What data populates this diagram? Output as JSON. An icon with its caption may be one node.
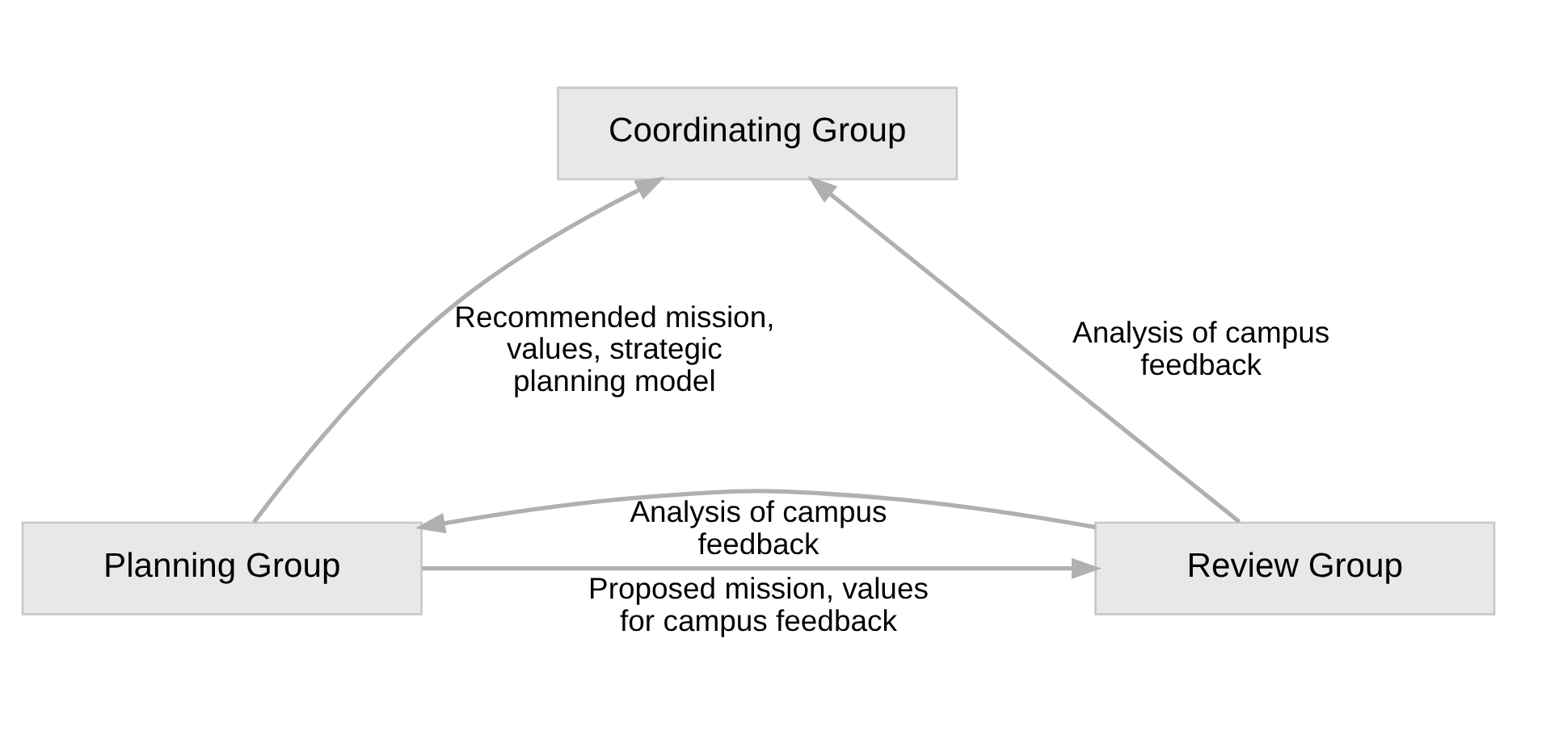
{
  "diagram": {
    "nodes": [
      {
        "text": [
          "Coordinating Group"
        ]
      },
      {
        "text": [
          "Planning Group"
        ]
      },
      {
        "text": [
          "Review Group"
        ]
      }
    ],
    "edges": [
      {
        "from": 1,
        "to": 0,
        "arrow": "to",
        "label": "Recommended mission, values, strategic planning model"
      },
      {
        "from": 2,
        "to": 0,
        "arrow": "to",
        "label": "Analysis of campus feedback"
      },
      {
        "from": 1,
        "to": 2,
        "arrow": "to",
        "label": "Proposed mission, values for campus feedback"
      },
      {
        "from": 2,
        "to": 1,
        "arrow": "to",
        "label": "Analysis of campus feedback"
      }
    ]
  }
}
